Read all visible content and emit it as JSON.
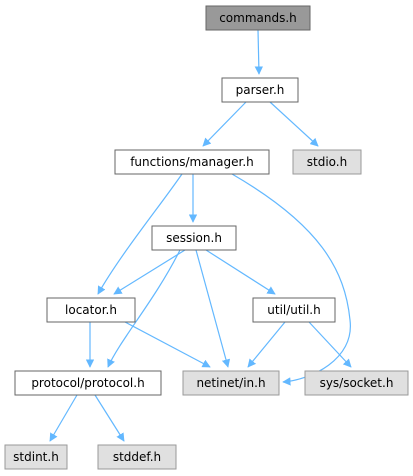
{
  "diagram": {
    "colors": {
      "edge": "#63b8ff",
      "root_fill": "#999999",
      "root_stroke": "#666666",
      "node_fill": "#ffffff",
      "node_stroke": "#666666",
      "external_fill": "#e0e0e0",
      "external_stroke": "#999999"
    },
    "nodes": {
      "commands": {
        "label": "commands.h",
        "style": "root"
      },
      "parser": {
        "label": "parser.h",
        "style": "normal"
      },
      "stdio": {
        "label": "stdio.h",
        "style": "external"
      },
      "manager": {
        "label": "functions/manager.h",
        "style": "normal"
      },
      "session": {
        "label": "session.h",
        "style": "normal"
      },
      "locator": {
        "label": "locator.h",
        "style": "normal"
      },
      "util": {
        "label": "util/util.h",
        "style": "normal"
      },
      "protocol": {
        "label": "protocol/protocol.h",
        "style": "normal"
      },
      "netinet": {
        "label": "netinet/in.h",
        "style": "external"
      },
      "socket": {
        "label": "sys/socket.h",
        "style": "external"
      },
      "stdint": {
        "label": "stdint.h",
        "style": "external"
      },
      "stddef": {
        "label": "stddef.h",
        "style": "external"
      }
    },
    "edges": [
      {
        "from": "commands",
        "to": "parser"
      },
      {
        "from": "parser",
        "to": "manager"
      },
      {
        "from": "parser",
        "to": "stdio"
      },
      {
        "from": "manager",
        "to": "session"
      },
      {
        "from": "manager",
        "to": "locator"
      },
      {
        "from": "manager",
        "to": "netinet"
      },
      {
        "from": "session",
        "to": "locator"
      },
      {
        "from": "session",
        "to": "protocol"
      },
      {
        "from": "session",
        "to": "netinet"
      },
      {
        "from": "session",
        "to": "util"
      },
      {
        "from": "locator",
        "to": "protocol"
      },
      {
        "from": "locator",
        "to": "netinet"
      },
      {
        "from": "util",
        "to": "netinet"
      },
      {
        "from": "util",
        "to": "socket"
      },
      {
        "from": "protocol",
        "to": "stdint"
      },
      {
        "from": "protocol",
        "to": "stddef"
      }
    ]
  }
}
